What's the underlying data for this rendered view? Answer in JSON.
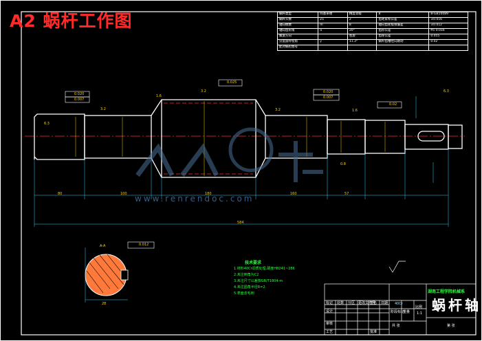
{
  "title": "A2 蜗杆工作图",
  "watermark": {
    "text": "www.renrendoc.com",
    "logo_chars": "人人文库"
  },
  "param_table": {
    "rows": [
      [
        "蜗杆类型",
        "阿基米德",
        "精度等级",
        "8",
        "8-GB10089"
      ],
      [
        "蜗杆头数",
        "Z1",
        "2",
        "齿距累积公差",
        "±0.016"
      ],
      [
        "轴向模数",
        "m",
        "8",
        "轴向齿距极限偏差",
        "±0.012"
      ],
      [
        "轴向齿形角",
        "α",
        "20°",
        "齿形公差",
        "ff1 0.016"
      ],
      [
        "螺旋方向",
        "",
        "右旋",
        "齿厚公差",
        "0.055"
      ],
      [
        "分度圆导程角",
        "γ",
        "11.3°",
        "蜗杆齿槽径向跳动",
        "0.02"
      ],
      [
        "配对蜗轮图号",
        "",
        "",
        "",
        ""
      ]
    ]
  },
  "dimensions": [
    "80",
    "100",
    "180",
    "160",
    "57",
    "584"
  ],
  "tolerance_frames": [
    "0.020",
    "0.007",
    "0.025",
    "0.020",
    "0.007",
    "0.02"
  ],
  "roughness": [
    "6.3",
    "3.2",
    "1.6",
    "3.2",
    "3.2",
    "1.6",
    "0.8",
    "6.3"
  ],
  "section": {
    "label": "A-A",
    "dim": "28",
    "tol": "0.012"
  },
  "tech_notes": {
    "heading": "技术要求",
    "items": [
      "1.材料40Cr调质处理,硬度HB241~286",
      "2.未注倒角为C2",
      "3.未注尺寸公差按GB/T1804-m",
      "4.未注圆角半径R=2",
      "5.表面去毛刺"
    ]
  },
  "title_block": {
    "company": "湖南工程学院机械系",
    "part_name": "蜗杆轴",
    "material": "40Cr",
    "scale": "1:1",
    "labels": [
      "标记",
      "处数",
      "分区",
      "更改文件号",
      "签名",
      "日期",
      "设计",
      "审核",
      "工艺",
      "批准",
      "阶段标记",
      "重量",
      "比例",
      "共 张",
      "第 张"
    ]
  }
}
